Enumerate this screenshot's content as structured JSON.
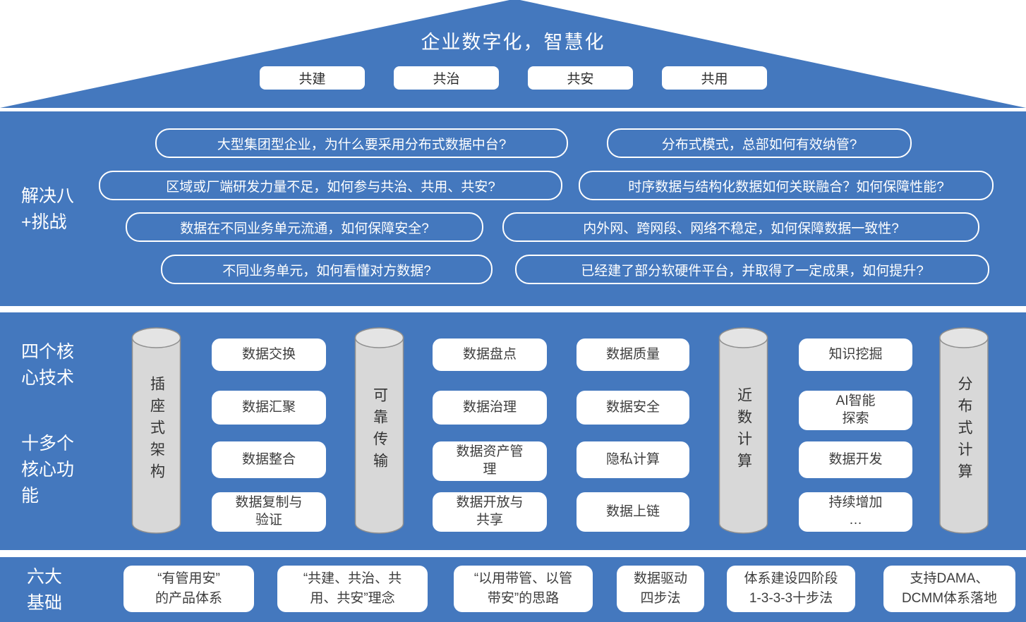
{
  "colors": {
    "band_blue": "#4478BE",
    "white_box_text": "#3d3d3d",
    "cylinder_fill": "#d8d8d8",
    "cylinder_stroke": "#8f8f8f"
  },
  "roof": {
    "title": "企业数字化，智慧化",
    "pill1": "共建",
    "pill2": "共治",
    "pill3": "共安",
    "pill4": "共用"
  },
  "challenges": {
    "label_line1": "解决八",
    "label_line2": "+挑战",
    "r1_left": "大型集团型企业，为什么要采用分布式数据中台?",
    "r1_right": "分布式模式，总部如何有效纳管?",
    "r2_left": "区域或厂端研发力量不足，如何参与共治、共用、共安?",
    "r2_right": "时序数据与结构化数据如何关联融合？如何保障性能?",
    "r3_left": "数据在不同业务单元流通，如何保障安全?",
    "r3_right": "内外网、跨网段、网络不稳定，如何保障数据一致性?",
    "r4_left": "不同业务单元，如何看懂对方数据?",
    "r4_right": "已经建了部分软硬件平台，并取得了一定成果，如何提升?"
  },
  "core": {
    "tech_label_line1": "四个核",
    "tech_label_line2": "心技术",
    "func_label_line1": "十多个",
    "func_label_line2": "核心功",
    "func_label_line3": "能",
    "cylinder1": "插座式架构",
    "cylinder2": "可靠传输",
    "cylinder3": "近数计算",
    "cylinder4": "分布式计算",
    "col1": {
      "b1": "数据交换",
      "b2": "数据汇聚",
      "b3": "数据整合",
      "b4": "数据复制与\n验证"
    },
    "col2": {
      "b1": "数据盘点",
      "b2": "数据治理",
      "b3": "数据资产管\n理",
      "b4": "数据开放与\n共享"
    },
    "col3": {
      "b1": "数据质量",
      "b2": "数据安全",
      "b3": "隐私计算",
      "b4": "数据上链"
    },
    "col4": {
      "b1": "知识挖掘",
      "b2": "AI智能\n探索",
      "b3": "数据开发",
      "b4": "持续增加\n…"
    }
  },
  "foundation": {
    "label_line1": "六大",
    "label_line2": "基础",
    "b1": "“有管用安”\n的产品体系",
    "b2": "“共建、共治、共\n用、共安”理念",
    "b3": "“以用带管、以管\n带安”的思路",
    "b4": "数据驱动\n四步法",
    "b5": "体系建设四阶段\n1-3-3-3十步法",
    "b6": "支持DAMA、\nDCMM体系落地"
  }
}
